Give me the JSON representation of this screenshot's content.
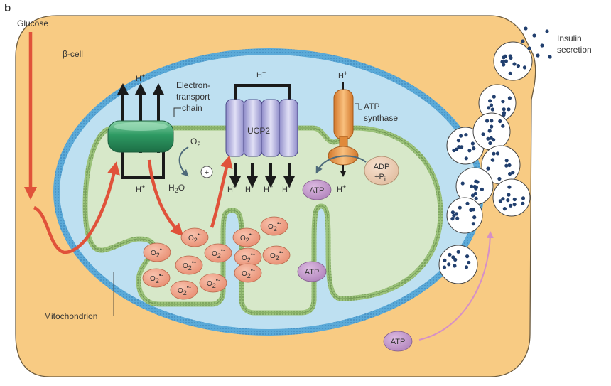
{
  "panel_letter": "b",
  "labels": {
    "glucose": "Glucose",
    "beta_cell": "β-cell",
    "insulin_line1": "Insulin",
    "insulin_line2": "secretion",
    "etc_line1": "Electron-",
    "etc_line2": "transport",
    "etc_line3": "chain",
    "ucp2": "UCP2",
    "atp_synthase_line1": "ATP",
    "atp_synthase_line2": "synthase",
    "mitochondrion": "Mitochondrion",
    "proton": "H",
    "proton_charge": "+",
    "oxygen": "O",
    "two": "2",
    "water_h": "H",
    "water_o": "O",
    "superoxide_charge": "•-",
    "plus_sign": "+",
    "adp": "ADP",
    "pi_plus": "+P",
    "pi_sub": "i",
    "atp": "ATP"
  },
  "colors": {
    "cytoplasm": "#F8CB83",
    "cell_outline": "#6B5A3E",
    "matrix": "#D7E8C9",
    "intermembrane": "#BEE0F1",
    "outer_membrane": "#5BAAD8",
    "inner_membrane": "#9BC27A",
    "etc_complex": "#2E9A63",
    "ucp2": "#B9B7E3",
    "atp_synthase": "#F19A45",
    "superoxide": "#F0A48A",
    "atp_bubble": "#C8A0D0",
    "arrow_red": "#E0523A",
    "arrow_pink": "#D690C6",
    "granule_dot": "#213F6E"
  }
}
